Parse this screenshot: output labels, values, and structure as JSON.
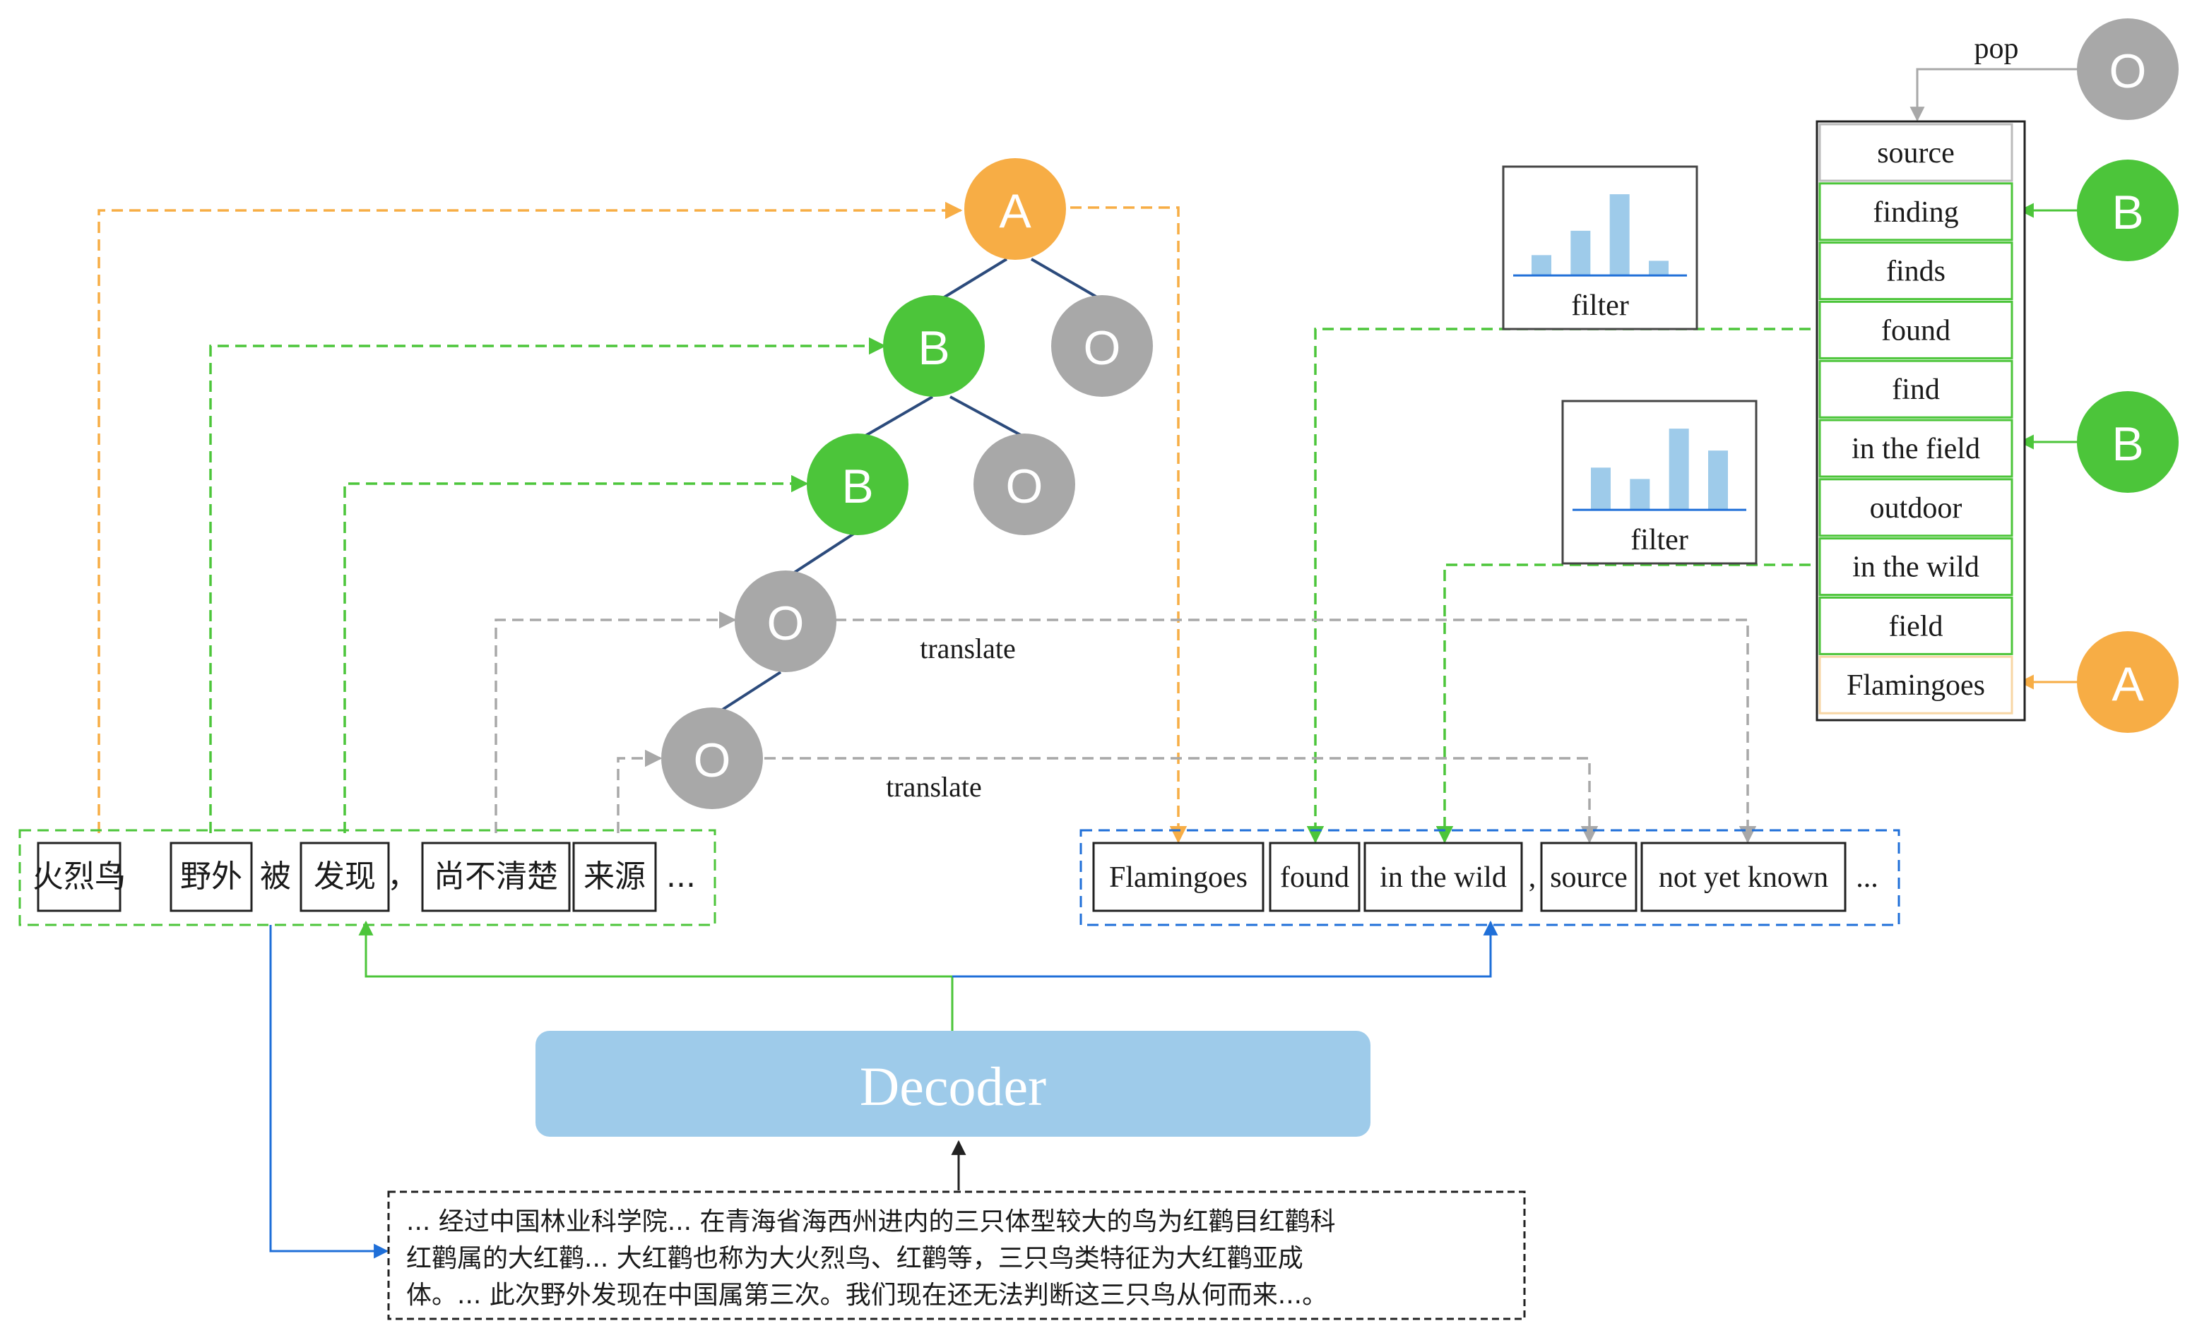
{
  "colors": {
    "orange": "#f7ad45",
    "green": "#4cc53a",
    "gray": "#a8a8a8",
    "blue": "#1f6fd8",
    "decoder": "#9ecbea",
    "bar": "#9ecbea",
    "navy": "#2c4b7c",
    "dark": "#222222"
  },
  "tree_nodes": [
    {
      "id": "A1",
      "label": "A",
      "color": "orange"
    },
    {
      "id": "B1",
      "label": "B",
      "color": "green"
    },
    {
      "id": "O1",
      "label": "O",
      "color": "gray"
    },
    {
      "id": "B2",
      "label": "B",
      "color": "green"
    },
    {
      "id": "O2",
      "label": "O",
      "color": "gray"
    },
    {
      "id": "O3",
      "label": "O",
      "color": "gray"
    },
    {
      "id": "O4",
      "label": "O",
      "color": "gray"
    }
  ],
  "translate_labels": [
    "translate",
    "translate"
  ],
  "source_tokens": [
    "火烈鸟",
    "野外",
    "被",
    "发现",
    "，",
    "尚不清楚",
    "来源",
    "..."
  ],
  "target_tokens": [
    "Flamingoes",
    "found",
    "in the wild",
    ",",
    "source",
    "not yet known",
    "..."
  ],
  "decoder_label": "Decoder",
  "document_lines": [
    "... 经过中国林业科学院... 在青海省海西州进内的三只体型较大的鸟为红鹳目红鹳科",
    "红鹳属的大红鹳... 大红鹳也称为大火烈鸟、红鹳等，三只鸟类特征为大红鹳亚成",
    "体。... 此次野外发现在中国属第三次。我们现在还无法判断这三只鸟从何而来...。"
  ],
  "stack_label": "pop",
  "stack_top_node": "O",
  "stack_items": [
    "source",
    "finding",
    "finds",
    "found",
    "find",
    "in the field",
    "outdoor",
    "in the wild",
    "field",
    "Flamingoes"
  ],
  "stack_side_nodes": [
    {
      "label": "B",
      "color": "green"
    },
    {
      "label": "B",
      "color": "green"
    },
    {
      "label": "A",
      "color": "orange"
    }
  ],
  "filters": [
    {
      "label": "filter",
      "bars": [
        0.25,
        0.55,
        1.0,
        0.18
      ]
    },
    {
      "label": "filter",
      "bars": [
        0.52,
        0.38,
        1.0,
        0.73
      ]
    }
  ]
}
